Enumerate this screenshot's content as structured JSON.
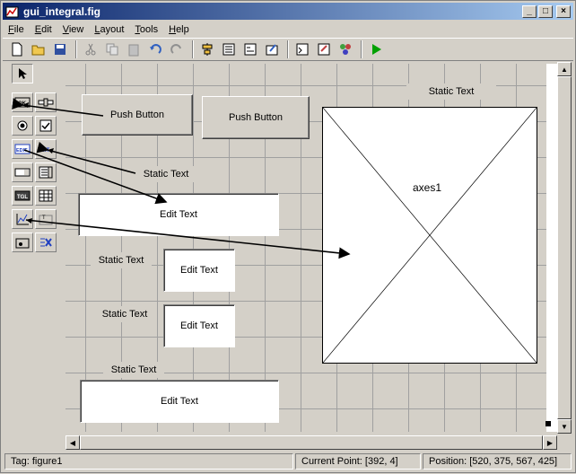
{
  "window": {
    "title": "gui_integral.fig"
  },
  "menu": [
    {
      "pre": "",
      "u": "F",
      "post": "ile"
    },
    {
      "pre": "",
      "u": "E",
      "post": "dit"
    },
    {
      "pre": "",
      "u": "V",
      "post": "iew"
    },
    {
      "pre": "",
      "u": "L",
      "post": "ayout"
    },
    {
      "pre": "",
      "u": "T",
      "post": "ools"
    },
    {
      "pre": "",
      "u": "H",
      "post": "elp"
    }
  ],
  "toolbar": {
    "icons": [
      "new-icon",
      "open-icon",
      "save-icon",
      "cut-icon",
      "copy-icon",
      "paste-icon",
      "undo-icon",
      "redo-icon",
      "align-icon",
      "menu-editor-icon",
      "tab-order-icon",
      "toolbar-editor-icon",
      "m-file-editor-icon",
      "property-inspector-icon",
      "object-browser-icon",
      "run-icon"
    ]
  },
  "palette": {
    "labels": {
      "pushbutton": "OK",
      "edit": "EDIT",
      "text": "TXT",
      "toggle": "TGL"
    }
  },
  "canvas": {
    "push_button_1": "Push Button",
    "push_button_2": "Push Button",
    "static_top_right": "Static Text",
    "static_1": "Static Text",
    "edit_1": "Edit Text",
    "static_2": "Static Text",
    "edit_2": "Edit Text",
    "static_3": "Static Text",
    "edit_3": "Edit Text",
    "static_4": "Static Text",
    "edit_4": "Edit Text",
    "axes_label": "axes1"
  },
  "status": {
    "tag": "Tag: figure1",
    "current_point": "Current Point:  [392, 4]",
    "position": "Position: [520, 375, 567, 425]"
  },
  "colors": {
    "title_start": "#0a246a",
    "title_end": "#a6caf0",
    "run_green": "#00a000"
  }
}
